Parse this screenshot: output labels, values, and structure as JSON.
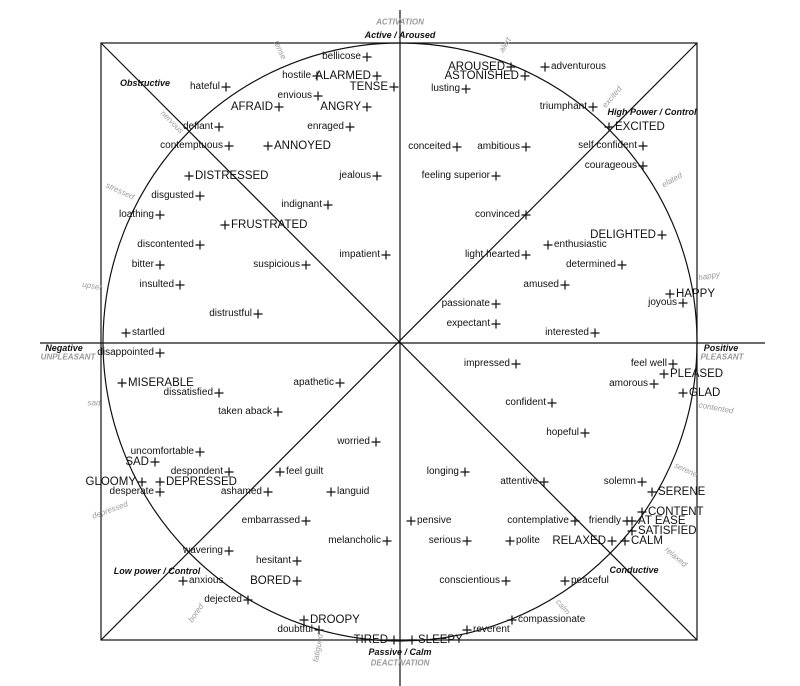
{
  "axes": {
    "top_sub": "ACTIVATION",
    "top": "Active / Aroused",
    "bottom": "Passive / Calm",
    "bottom_sub": "DEACTIVATION",
    "left": "Negative",
    "left_sub": "UNPLEASANT",
    "right": "Positive",
    "right_sub": "PLEASANT"
  },
  "quadrants": {
    "top_left": "Obstructive",
    "top_right": "High Power / Control",
    "bottom_left": "Low power / Control",
    "bottom_right": "Conductive"
  },
  "rim_labels": [
    "tense",
    "alert",
    "excited",
    "elated",
    "happy",
    "contented",
    "serene",
    "relaxed",
    "calm",
    "fatigued",
    "bored",
    "depressed",
    "sad",
    "upset",
    "stressed",
    "nervous"
  ],
  "terms": [
    "bellicose",
    "hostile",
    "ALARMED",
    "TENSE",
    "hateful",
    "envious",
    "AFRAID",
    "ANGRY",
    "defiant",
    "enraged",
    "contemptuous",
    "ANNOYED",
    "DISTRESSED",
    "jealous",
    "disgusted",
    "indignant",
    "loathing",
    "FRUSTRATED",
    "discontented",
    "impatient",
    "bitter",
    "suspicious",
    "insulted",
    "distrustful",
    "startled",
    "AROUSED",
    "adventurous",
    "ASTONISHED",
    "lusting",
    "triumphant",
    "EXCITED",
    "conceited",
    "ambitious",
    "self confident",
    "courageous",
    "feeling superior",
    "convinced",
    "DELIGHTED",
    "enthusiastic",
    "light hearted",
    "determined",
    "amused",
    "HAPPY",
    "joyous",
    "passionate",
    "expectant",
    "interested",
    "impressed",
    "feel well",
    "PLEASED",
    "amorous",
    "GLAD",
    "confident",
    "hopeful",
    "longing",
    "attentive",
    "solemn",
    "SERENE",
    "CONTENT",
    "pensive",
    "contemplative",
    "friendly",
    "AT EASE",
    "SATISFIED",
    "serious",
    "polite",
    "RELAXED",
    "CALM",
    "conscientious",
    "peaceful",
    "compassionate",
    "reverent",
    "SLEEPY",
    "disappointed",
    "MISERABLE",
    "apathetic",
    "dissatisfied",
    "taken aback",
    "worried",
    "uncomfortable",
    "SAD",
    "despondent",
    "feel guilt",
    "GLOOMY",
    "DEPRESSED",
    "desperate",
    "ashamed",
    "languid",
    "embarrassed",
    "melancholic",
    "wavering",
    "hesitant",
    "anxious",
    "BORED",
    "dejected",
    "DROOPY",
    "doubtful",
    "TIRED"
  ]
}
